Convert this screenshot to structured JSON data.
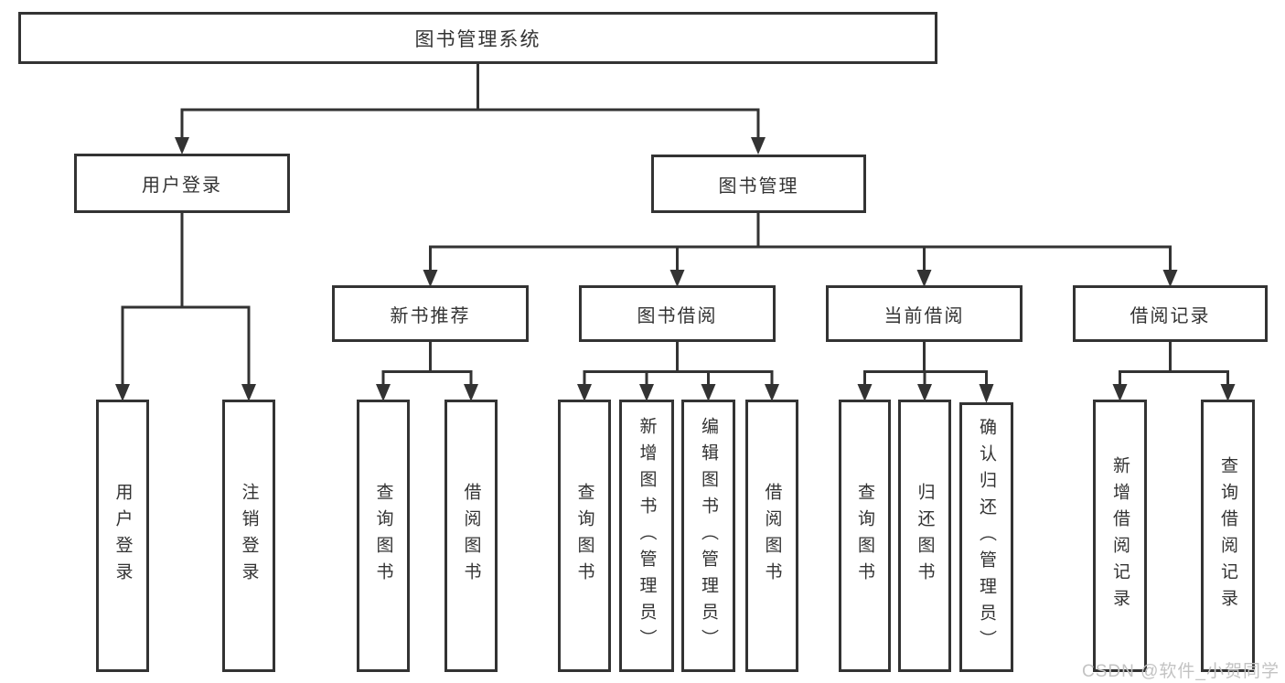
{
  "diagram": {
    "root": {
      "label": "图书管理系统"
    },
    "branches": [
      {
        "label": "用户登录",
        "children": [
          {
            "label": "用户登录"
          },
          {
            "label": "注销登录"
          }
        ]
      },
      {
        "label": "图书管理",
        "children": [
          {
            "label": "新书推荐",
            "children": [
              {
                "label": "查询图书"
              },
              {
                "label": "借阅图书"
              }
            ]
          },
          {
            "label": "图书借阅",
            "children": [
              {
                "label": "查询图书"
              },
              {
                "label": "新增图书（管理员）"
              },
              {
                "label": "编辑图书（管理员）"
              },
              {
                "label": "借阅图书"
              }
            ]
          },
          {
            "label": "当前借阅",
            "children": [
              {
                "label": "查询图书"
              },
              {
                "label": "归还图书"
              },
              {
                "label": "确认归还（管理员）"
              }
            ]
          },
          {
            "label": "借阅记录",
            "children": [
              {
                "label": "新增借阅记录"
              },
              {
                "label": "查询借阅记录"
              }
            ]
          }
        ]
      }
    ]
  },
  "watermark": {
    "text": "CSDN @软件_小贺同学",
    "color": "#c3c3c3"
  },
  "colors": {
    "line": "#333333",
    "box_border": "#333333",
    "box_fill": "#ffffff",
    "text": "#333333",
    "background": "#ffffff"
  }
}
